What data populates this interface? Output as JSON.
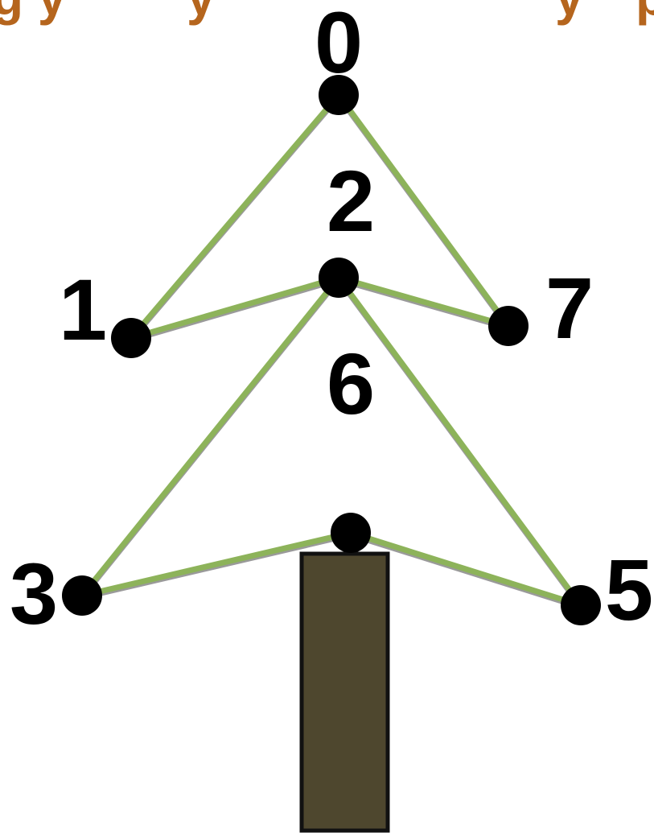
{
  "header_fragment": {
    "left": "g y",
    "middle": "y",
    "right": "y",
    "far_right": "p",
    "color": "#b5651d"
  },
  "colors": {
    "edge": "#8db35a",
    "edge_shadow": "#9a9a9a",
    "node": "#000000",
    "trunk_fill": "#4e472e",
    "trunk_stroke": "#111111"
  },
  "nodes": [
    {
      "id": "n0",
      "label": "0"
    },
    {
      "id": "n2",
      "label": "2"
    },
    {
      "id": "n1",
      "label": "1"
    },
    {
      "id": "n7",
      "label": "7"
    },
    {
      "id": "n6",
      "label": "6"
    },
    {
      "id": "n3",
      "label": "3"
    },
    {
      "id": "n5",
      "label": "5"
    },
    {
      "id": "n4",
      "label": ""
    }
  ],
  "edges": [
    [
      "n0",
      "n1"
    ],
    [
      "n0",
      "n7"
    ],
    [
      "n1",
      "n2"
    ],
    [
      "n2",
      "n7"
    ],
    [
      "n2",
      "n3"
    ],
    [
      "n2",
      "n5"
    ],
    [
      "n3",
      "n4"
    ],
    [
      "n4",
      "n5"
    ]
  ]
}
